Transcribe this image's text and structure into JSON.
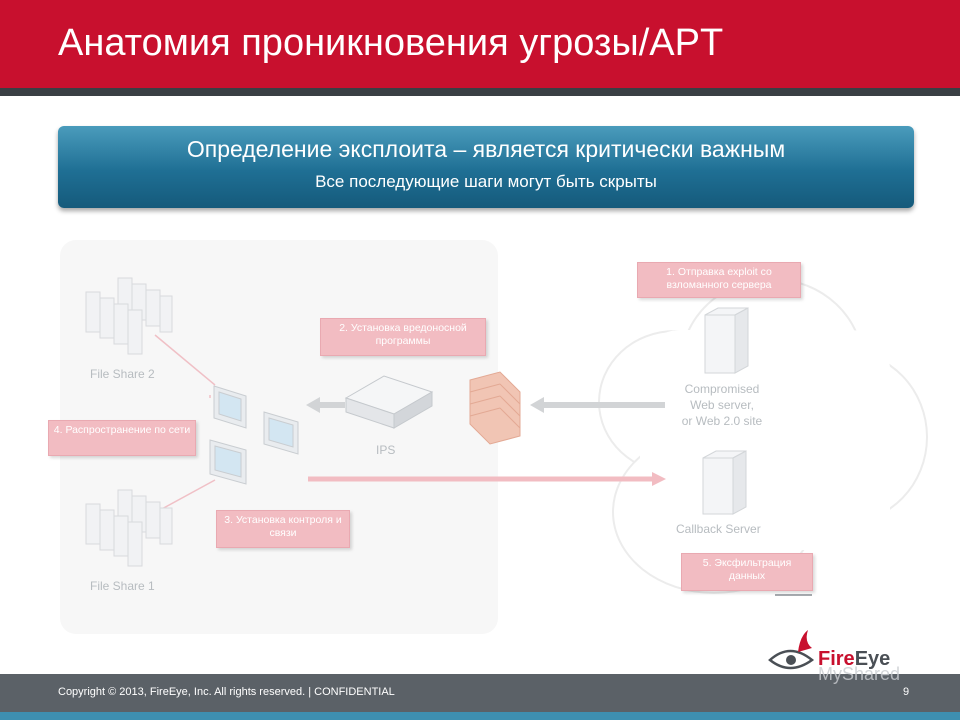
{
  "slide": {
    "title": "Анатомия проникновения угрозы/APT",
    "banner_main": "Определение эксплоита – является критически важным",
    "banner_sub": "Все последующие шаги могут быть скрыты"
  },
  "diagram": {
    "labels": {
      "file_share_2": "File Share 2",
      "file_share_1": "File Share 1",
      "ips": "IPS",
      "compromised_1": "Compromised",
      "compromised_2": "Web server,",
      "compromised_3": "or Web 2.0 site",
      "callback_server": "Callback Server"
    },
    "callouts": {
      "c1": "1. Отправка exploit со взломанного сервера",
      "c2": "2. Установка вредоносной программы",
      "c3": "3. Установка контроля и связи",
      "c4": "4. Распространение по сети",
      "c5": "5. Эксфильтрация данных"
    }
  },
  "footer": {
    "copyright": "Copyright © 2013, FireEye, Inc. All rights reserved. | CONFIDENTIAL",
    "page_number": "9"
  },
  "logo": {
    "brand_fire": "Fire",
    "brand_eye": "Eye",
    "watermark": "MyShared"
  },
  "colors": {
    "title_bar": "#c8102e",
    "banner": "#1f6f94",
    "callout": "#f2bcc2",
    "footer": "#5b6167"
  }
}
